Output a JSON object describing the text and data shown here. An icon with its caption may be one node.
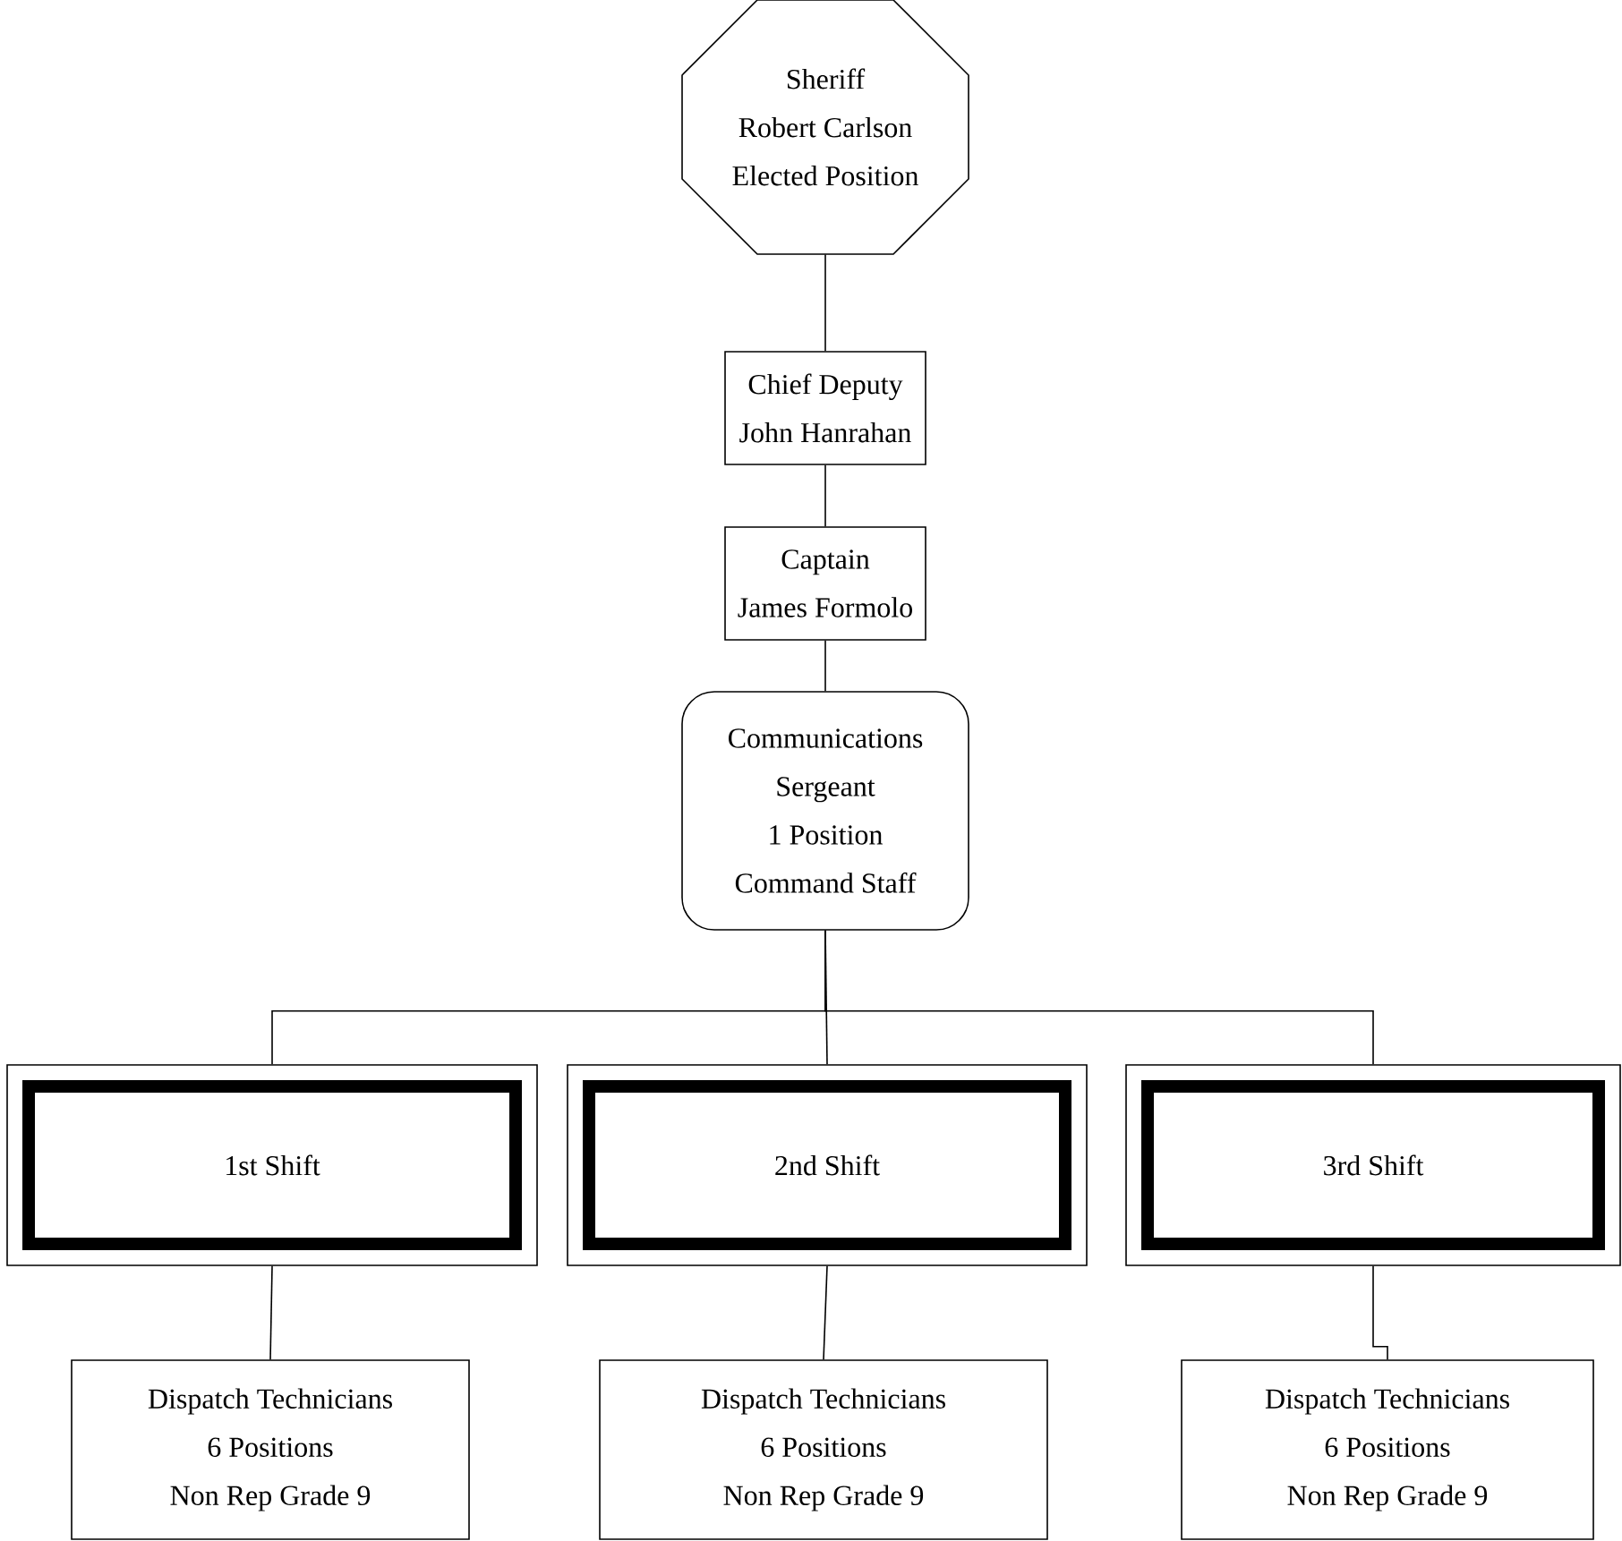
{
  "diagram": {
    "nodes": [
      {
        "text": [
          "Sheriff",
          "Robert Carlson",
          "Elected Position"
        ]
      },
      {
        "text": [
          "Chief Deputy",
          "John Hanrahan"
        ]
      },
      {
        "text": [
          "Captain",
          "James Formolo"
        ]
      },
      {
        "text": [
          "Communications",
          "Sergeant",
          "1 Position",
          "Command Staff"
        ]
      },
      {
        "text": [
          "1st Shift"
        ]
      },
      {
        "text": [
          "2nd Shift"
        ]
      },
      {
        "text": [
          "3rd Shift"
        ]
      },
      {
        "text": [
          "Dispatch Technicians",
          "6 Positions",
          "Non Rep Grade 9"
        ]
      },
      {
        "text": [
          "Dispatch Technicians",
          "6 Positions",
          "Non Rep Grade 9"
        ]
      },
      {
        "text": [
          "Dispatch Technicians",
          "6 Positions",
          "Non Rep Grade 9"
        ]
      }
    ],
    "edges": [
      {
        "from": 0,
        "to": 1,
        "arrow": "none"
      },
      {
        "from": 1,
        "to": 2,
        "arrow": "none"
      },
      {
        "from": 2,
        "to": 3,
        "arrow": "none"
      },
      {
        "from": 3,
        "to": 4,
        "arrow": "none"
      },
      {
        "from": 3,
        "to": 5,
        "arrow": "none"
      },
      {
        "from": 3,
        "to": 6,
        "arrow": "none"
      },
      {
        "from": 4,
        "to": 7,
        "arrow": "none"
      },
      {
        "from": 5,
        "to": 8,
        "arrow": "none"
      },
      {
        "from": 6,
        "to": 9,
        "arrow": "none"
      }
    ]
  }
}
